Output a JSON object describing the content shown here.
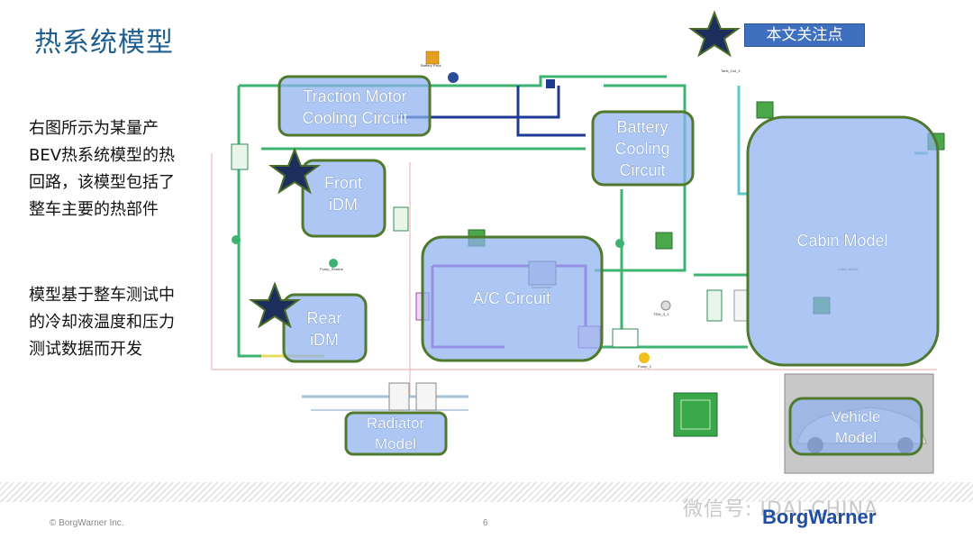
{
  "slide": {
    "title": "热系统模型",
    "badge": "本文关注点",
    "paragraphs": [
      [
        "右图所示为某量产",
        "BEV热系统模型的热",
        "回路，该模型包括了",
        "整车主要的热部件"
      ],
      [
        "模型基于整车测试中",
        "的冷却液温度和压力",
        "测试数据而开发"
      ]
    ]
  },
  "diagram": {
    "regions": [
      {
        "id": "traction",
        "lines": [
          "Traction Motor",
          "Cooling Circuit"
        ]
      },
      {
        "id": "front_idm",
        "lines": [
          "Front",
          "iDM"
        ]
      },
      {
        "id": "rear_idm",
        "lines": [
          "Rear",
          "iDM"
        ]
      },
      {
        "id": "battery",
        "lines": [
          "Battery",
          "Cooling",
          "Circuit"
        ]
      },
      {
        "id": "ac",
        "lines": [
          "A/C Circuit"
        ]
      },
      {
        "id": "cabin",
        "lines": [
          "Cabin Model"
        ]
      },
      {
        "id": "radiator",
        "lines": [
          "Radiator",
          "Model"
        ]
      },
      {
        "id": "vehicle",
        "lines": [
          "Vehicle",
          "Model"
        ]
      }
    ],
    "small_labels": [
      "Battery Pack",
      "Accumulator",
      "Pump_2",
      "Tank_Out_4",
      "Pump_Rearhe",
      "TEM_3_1",
      "Cabin Model"
    ]
  },
  "footer": {
    "copyright": "© BorgWarner Inc.",
    "page": "6",
    "wechat": "微信号: IDAJ-CHINA",
    "brand": "BorgWarner"
  },
  "colors": {
    "title": "#1f5f8f",
    "badge": "#3f6fbf",
    "region_fill": "#8fb0ee",
    "region_border": "#4f7a2e",
    "star": "#1c2e5c"
  }
}
